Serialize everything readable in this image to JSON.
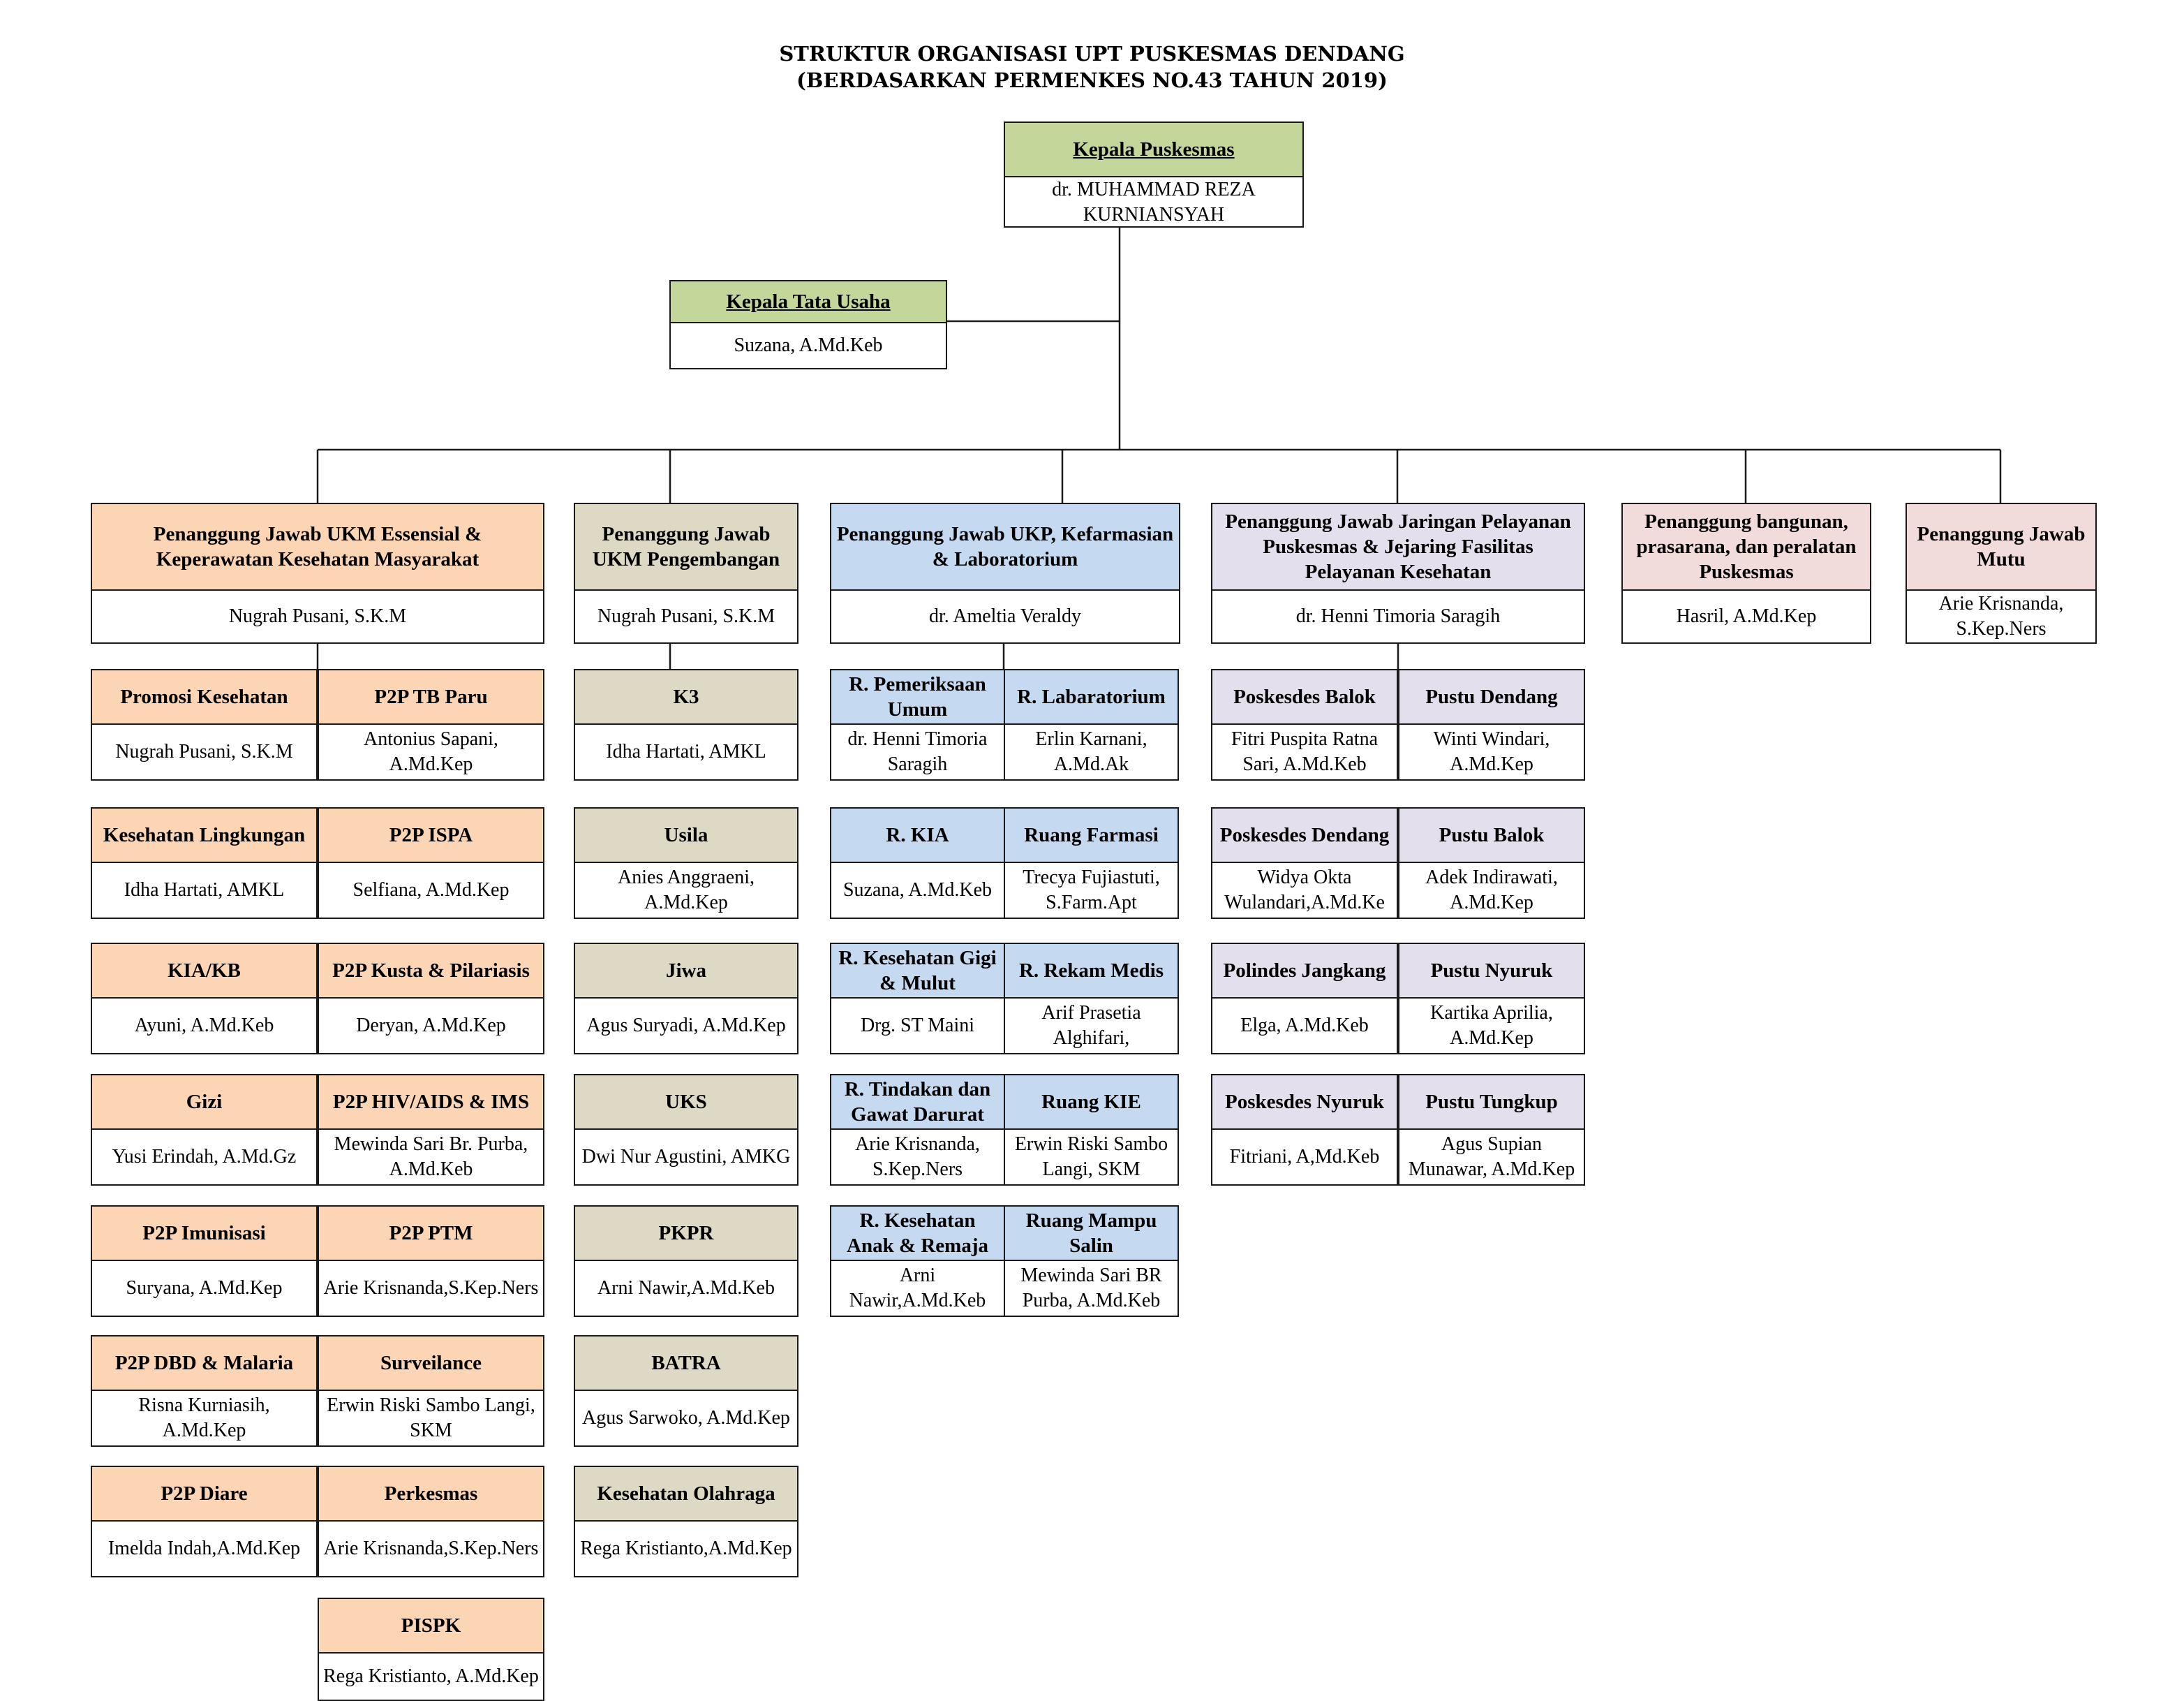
{
  "title": {
    "line1": "STRUKTUR ORGANISASI UPT PUSKESMAS DENDANG",
    "line2": "(BERDASARKAN PERMENKES NO.43 TAHUN 2019)"
  },
  "colors": {
    "green": "#c4d79b",
    "orange": "#fcd5b4",
    "tan": "#ddd9c4",
    "blue": "#c5d9f1",
    "lavender": "#e4dfec",
    "pink": "#f2dcdb",
    "line": "#1a1a1a"
  },
  "kepala": {
    "role": "Kepala Puskesmas",
    "name": "dr. MUHAMMAD REZA KURNIANSYAH"
  },
  "tata_usaha": {
    "role": "Kepala Tata Usaha",
    "name": "Suzana, A.Md.Keb"
  },
  "pj": {
    "ukm_esensial": {
      "role": "Penanggung Jawab UKM Essensial & Keperawatan Kesehatan Masyarakat",
      "name": "Nugrah Pusani, S.K.M"
    },
    "ukm_pengembangan": {
      "role": "Penanggung Jawab UKM Pengembangan",
      "name": "Nugrah Pusani, S.K.M"
    },
    "ukp": {
      "role": "Penanggung Jawab UKP, Kefarmasian & Laboratorium",
      "name": "dr. Ameltia Veraldy"
    },
    "jaringan": {
      "role": "Penanggung Jawab Jaringan Pelayanan Puskesmas & Jejaring Fasilitas Pelayanan Kesehatan",
      "name": "dr. Henni Timoria Saragih"
    },
    "bangunan": {
      "role": "Penanggung bangunan, prasarana, dan peralatan Puskesmas",
      "name": "Hasril, A.Md.Kep"
    },
    "mutu": {
      "role": "Penanggung Jawab Mutu",
      "name": "Arie Krisnanda, S.Kep.Ners"
    }
  },
  "esensial": [
    {
      "role": "Promosi Kesehatan",
      "name": "Nugrah Pusani, S.K.M"
    },
    {
      "role": "P2P TB Paru",
      "name": "Antonius Sapani, A.Md.Kep"
    },
    {
      "role": "Kesehatan Lingkungan",
      "name": "Idha Hartati, AMKL"
    },
    {
      "role": "P2P ISPA",
      "name": "Selfiana, A.Md.Kep"
    },
    {
      "role": "KIA/KB",
      "name": "Ayuni, A.Md.Keb"
    },
    {
      "role": "P2P Kusta & Pilariasis",
      "name": "Deryan, A.Md.Kep"
    },
    {
      "role": "Gizi",
      "name": "Yusi Erindah, A.Md.Gz"
    },
    {
      "role": "P2P HIV/AIDS & IMS",
      "name": "Mewinda Sari Br. Purba, A.Md.Keb"
    },
    {
      "role": "P2P Imunisasi",
      "name": "Suryana, A.Md.Kep"
    },
    {
      "role": "P2P PTM",
      "name": "Arie Krisnanda,S.Kep.Ners"
    },
    {
      "role": "P2P DBD & Malaria",
      "name": "Risna Kurniasih, A.Md.Kep"
    },
    {
      "role": "Surveilance",
      "name": "Erwin Riski Sambo Langi, SKM"
    },
    {
      "role": "P2P Diare",
      "name": "Imelda Indah,A.Md.Kep"
    },
    {
      "role": "Perkesmas",
      "name": "Arie Krisnanda,S.Kep.Ners"
    },
    {
      "role": "PISPK",
      "name": "Rega Kristianto, A.Md.Kep"
    }
  ],
  "pengembangan": [
    {
      "role": "K3",
      "name": "Idha Hartati, AMKL"
    },
    {
      "role": "Usila",
      "name": "Anies Anggraeni, A.Md.Kep"
    },
    {
      "role": "Jiwa",
      "name": "Agus Suryadi, A.Md.Kep"
    },
    {
      "role": "UKS",
      "name": "Dwi Nur Agustini, AMKG"
    },
    {
      "role": "PKPR",
      "name": "Arni Nawir,A.Md.Keb"
    },
    {
      "role": "BATRA",
      "name": "Agus Sarwoko, A.Md.Kep"
    },
    {
      "role": "Kesehatan Olahraga",
      "name": "Rega Kristianto,A.Md.Kep"
    }
  ],
  "ukp": [
    {
      "role": "R. Pemeriksaan Umum",
      "name": "dr. Henni Timoria Saragih"
    },
    {
      "role": "R. Labaratorium",
      "name": "Erlin Karnani, A.Md.Ak"
    },
    {
      "role": "R. KIA",
      "name": "Suzana, A.Md.Keb"
    },
    {
      "role": "Ruang Farmasi",
      "name": "Trecya Fujiastuti, S.Farm.Apt"
    },
    {
      "role": "R. Kesehatan Gigi & Mulut",
      "name": "Drg. ST Maini"
    },
    {
      "role": "R. Rekam Medis",
      "name": "Arif Prasetia Alghifari,"
    },
    {
      "role": "R. Tindakan dan Gawat Darurat",
      "name": "Arie Krisnanda, S.Kep.Ners"
    },
    {
      "role": "Ruang KIE",
      "name": "Erwin Riski Sambo Langi, SKM"
    },
    {
      "role": "R. Kesehatan Anak & Remaja",
      "name": "Arni Nawir,A.Md.Keb"
    },
    {
      "role": "Ruang Mampu Salin",
      "name": "Mewinda Sari BR Purba, A.Md.Keb"
    }
  ],
  "jaringan": [
    {
      "role": "Poskesdes Balok",
      "name": "Fitri Puspita Ratna Sari, A.Md.Keb"
    },
    {
      "role": "Pustu Dendang",
      "name": "Winti Windari, A.Md.Kep"
    },
    {
      "role": "Poskesdes Dendang",
      "name": "Widya Okta Wulandari,A.Md.Ke"
    },
    {
      "role": "Pustu Balok",
      "name": "Adek Indirawati, A.Md.Kep"
    },
    {
      "role": "Polindes Jangkang",
      "name": "Elga, A.Md.Keb"
    },
    {
      "role": "Pustu Nyuruk",
      "name": "Kartika Aprilia, A.Md.Kep"
    },
    {
      "role": "Poskesdes Nyuruk",
      "name": "Fitriani, A,Md.Keb"
    },
    {
      "role": "Pustu Tungkup",
      "name": "Agus Supian Munawar, A.Md.Kep"
    }
  ]
}
